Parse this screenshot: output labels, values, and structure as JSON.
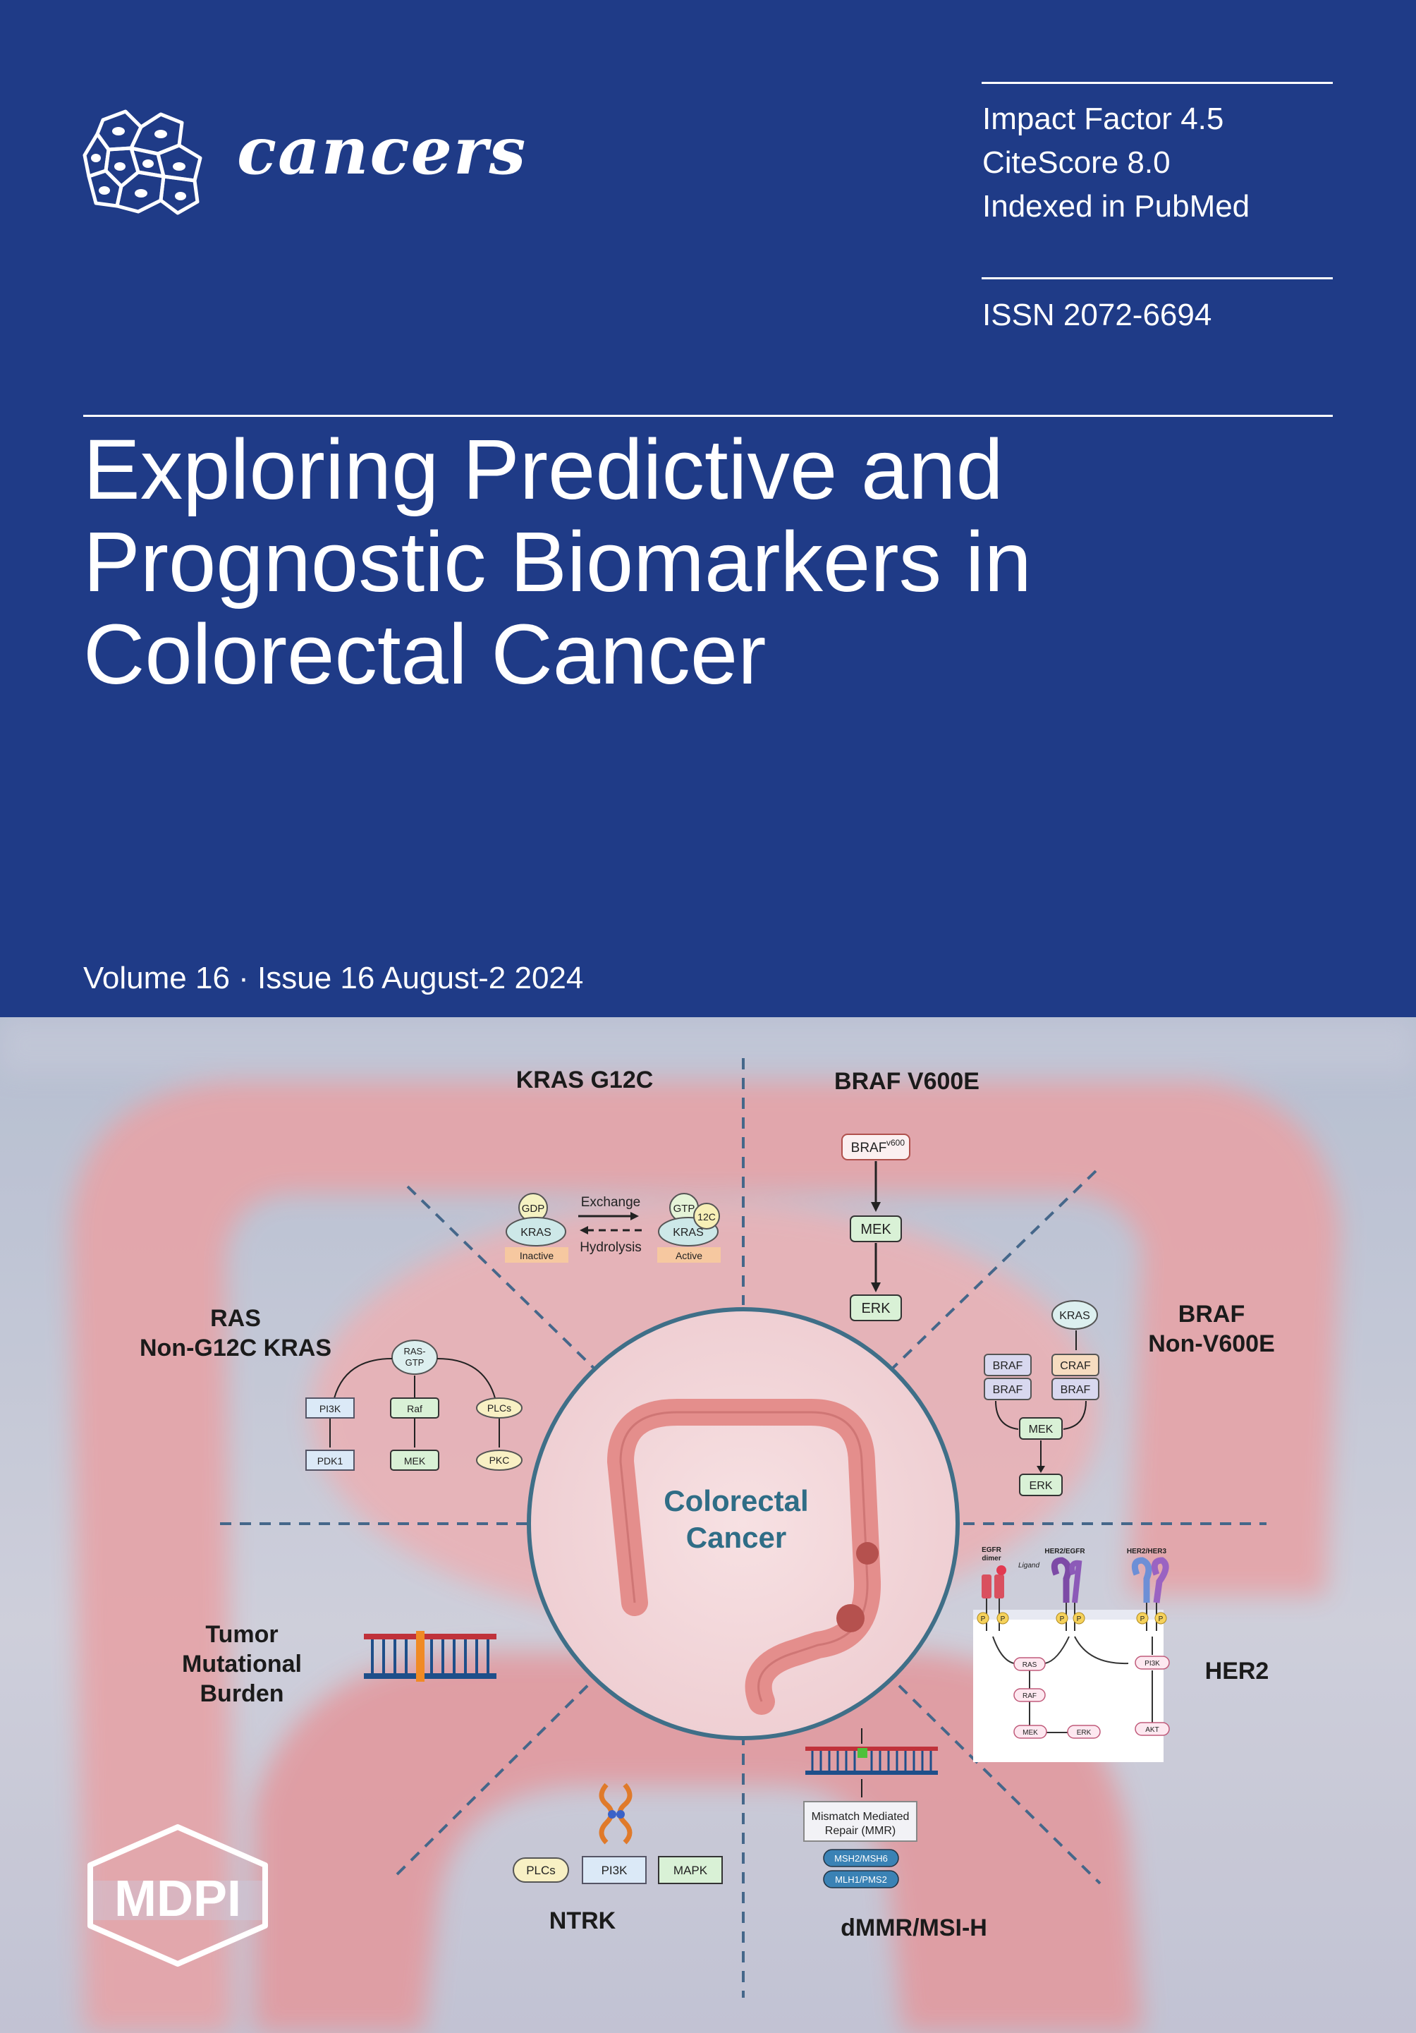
{
  "journal": {
    "name": "cancers"
  },
  "metrics": {
    "impact_factor": "Impact Factor 4.5",
    "citescore": "CiteScore 8.0",
    "indexed": "Indexed in PubMed",
    "issn": "ISSN 2072-6694"
  },
  "title_lines": [
    "Exploring Predictive and",
    "Prognostic Biomarkers in",
    "Colorectal Cancer"
  ],
  "issue": "Volume 16 · Issue 16 August-2 2024",
  "publisher": "MDPI",
  "figure": {
    "center": [
      "Colorectal",
      "Cancer"
    ],
    "kras_g12c": {
      "label": "KRAS G12C",
      "gdp": "GDP",
      "gtp": "GTP",
      "kras": "KRAS",
      "g12c": "12C",
      "inactive": "Inactive",
      "active": "Active",
      "exchange": "Exchange",
      "hydrolysis": "Hydrolysis"
    },
    "braf_v600e": {
      "label": "BRAF V600E",
      "braf": "BRAF",
      "braf_sup": "v600",
      "mek": "MEK",
      "erk": "ERK"
    },
    "braf_non_v600e": {
      "label": [
        "BRAF",
        "Non-V600E"
      ],
      "kras": "KRAS",
      "braf": "BRAF",
      "craf": "CRAF",
      "mek": "MEK",
      "erk": "ERK"
    },
    "ras_non_g12c": {
      "label": [
        "RAS",
        "Non-G12C KRAS"
      ],
      "ras_gtp": [
        "RAS-",
        "GTP"
      ],
      "pi3k": "PI3K",
      "raf": "Raf",
      "plcs": "PLCs",
      "pdk1": "PDK1",
      "mek": "MEK",
      "pkc": "PKC"
    },
    "her2": {
      "label": "HER2",
      "egfr_dimer": [
        "EGFR",
        "dimer"
      ],
      "her2_egfr": "HER2/EGFR",
      "her2_her3": "HER2/HER3",
      "ligand": "Ligand",
      "p": "P",
      "ras": "RAS",
      "raf": "RAF",
      "mek": "MEK",
      "erk": "ERK",
      "pi3k": "PI3K",
      "akt": "AKT"
    },
    "tmb": {
      "label": [
        "Tumor",
        "Mutational",
        "Burden"
      ]
    },
    "ntrk": {
      "label": "NTRK",
      "plcs": "PLCs",
      "pi3k": "PI3K",
      "mapk": "MAPK"
    },
    "dmmr": {
      "label": "dMMR/MSI-H",
      "mmr": [
        "Mismatch Mediated",
        "Repair (MMR)"
      ],
      "msh": "MSH2/MSH6",
      "mlh": "MLH1/PMS2"
    }
  },
  "colors": {
    "cover_blue": "#1f3b87",
    "colon_pink": "#e9a3a5",
    "center_teal": "#2f6d86"
  }
}
